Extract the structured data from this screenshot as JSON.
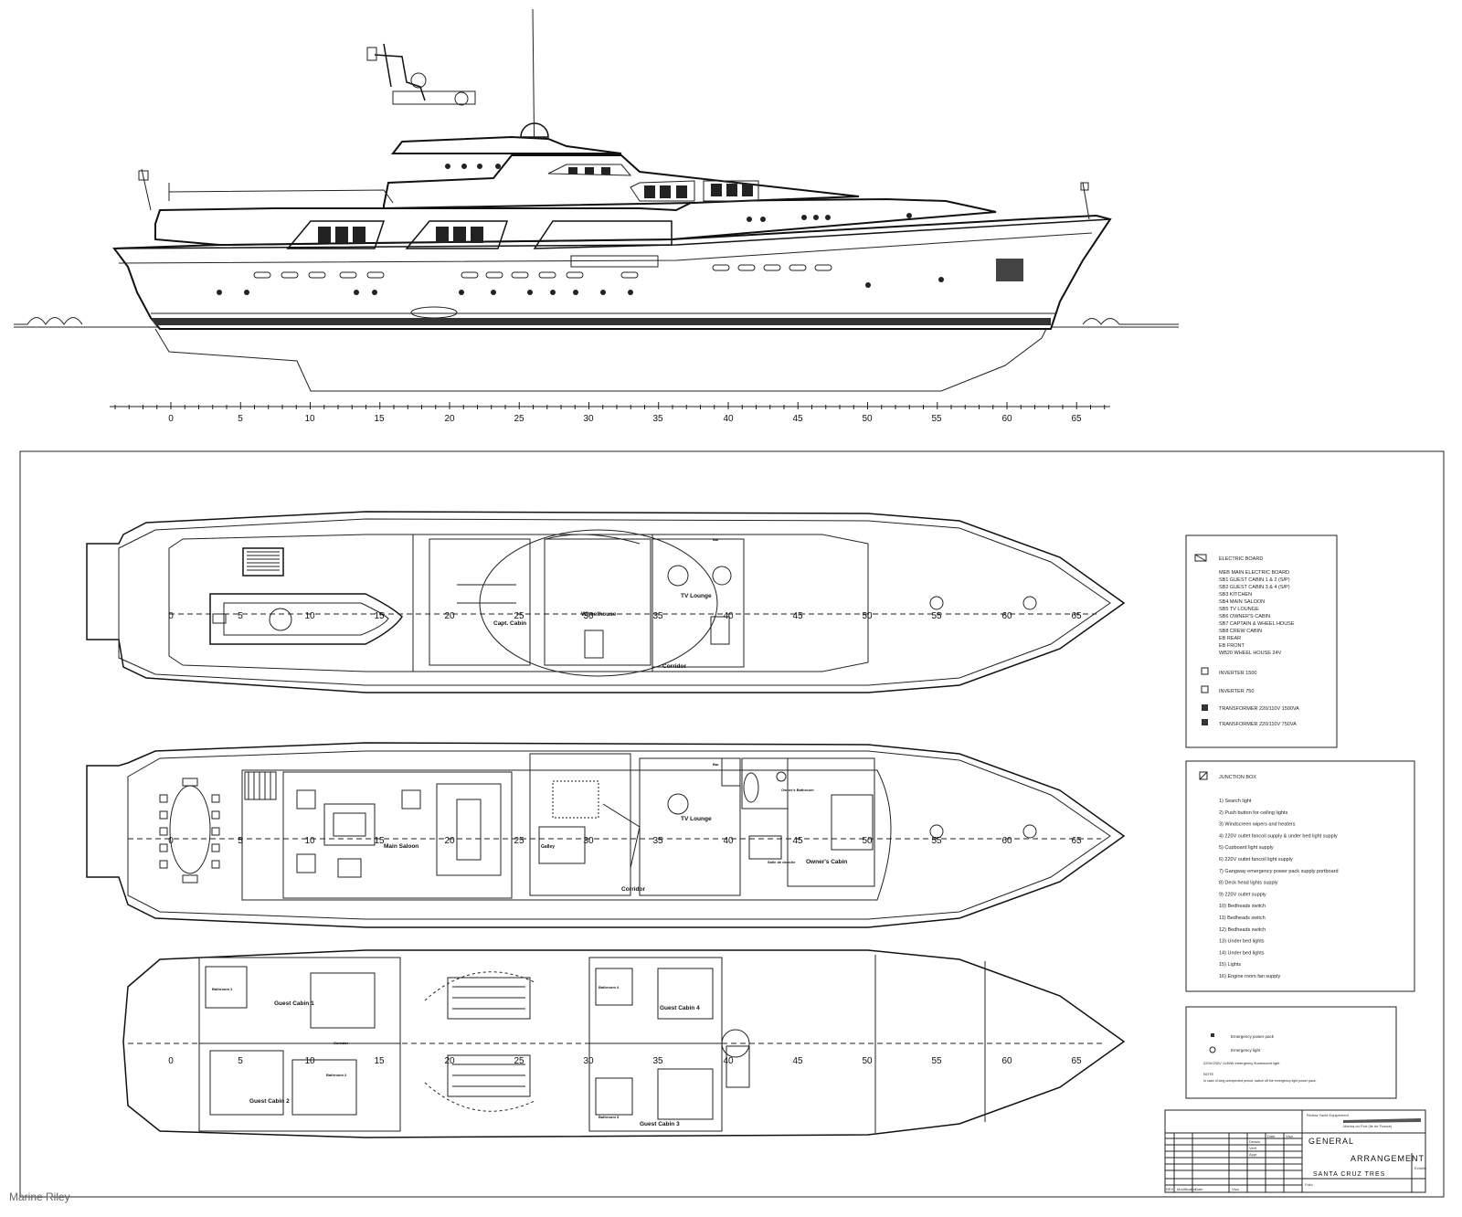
{
  "scale_numbers": [
    "0",
    "5",
    "10",
    "15",
    "20",
    "25",
    "30",
    "35",
    "40",
    "45",
    "50",
    "55",
    "60",
    "65"
  ],
  "rooms": {
    "upper": {
      "wheelhouse": "Wheelhouse",
      "capt_cabin": "Capt. Cabin",
      "tv_lounge": "TV Lounge",
      "corridor": "Corridor",
      "bar": "Bar"
    },
    "main": {
      "main_saloon": "Main Saloon",
      "tv_lounge": "TV Lounge",
      "corridor": "Corridor",
      "owners_cabin": "Owner's Cabin",
      "galley": "Galley",
      "owners_bathroom": "Owner's Bathroom",
      "salle_de_douche": "Salle de douche",
      "bar": "Bar"
    },
    "lower": {
      "guest_cabin_1": "Guest Cabin 1",
      "guest_cabin_2": "Guest Cabin 2",
      "guest_cabin_3": "Guest Cabin 3",
      "guest_cabin_4": "Guest Cabin 4",
      "corridor": "Corridor",
      "bathroom_1": "Bathroom 1",
      "bathroom_2": "Bathroom 2",
      "bathroom_3": "Bathroom 3",
      "bathroom_4": "Bathroom 4"
    }
  },
  "legend_electric": {
    "title": "ELECTRIC BOARD",
    "items": [
      "MEB MAIN ELECTRIC BOARD",
      "SB1 GUEST CABIN 1 & 2 (S/P)",
      "SB2 GUEST CABIN 3 & 4 (S/P)",
      "SB3 KITCHEN",
      "SB4 MAIN SALOON",
      "SB5 TV LOUNGE",
      "SB6 OWNER'S CABIN",
      "SB7 CAPTAIN & WHEEL HOUSE",
      "SB8 CREW CABIN",
      "EB REAR",
      "EB FRONT",
      "WB20 WHEEL HOUSE 24V"
    ],
    "devices": [
      "INVERTER 1500",
      "INVERTER 750",
      "TRANSFORMER 220/110V 1500VA",
      "TRANSFORMER 220/110V 750VA"
    ]
  },
  "legend_junction": {
    "title": "JUNCTION BOX",
    "items": [
      "1) Search light",
      "2) Push button for ceiling lights",
      "3) Windscreen wipers and heaters",
      "4) 220V outlet fancoil supply & under bed light supply",
      "5) Cupboard light supply",
      "6) 220V outlet fancoil light supply",
      "7) Gangway emergency power pack supply portboard",
      "8) Deck head lights supply",
      "9) 220V outlet supply",
      "10) Bedheads switch",
      "11) Bedheads switch",
      "12) Bedheads switch",
      "13) Under bed lights",
      "14) Under bed lights",
      "15) Lights",
      "16) Engine room fan supply"
    ]
  },
  "legend_emergency": {
    "items": [
      "Emergency power pack",
      "Emergency light"
    ],
    "tube": "220V/230V 1x36W emergency fluorescent light",
    "note_title": "NOTE",
    "note": "In case of long unexpected period, switch off the emergency light power pack."
  },
  "title_block": {
    "company": "Riviera Yacht Equipement",
    "company_small": "Marina du Port (Ile de France)",
    "line1": "GENERAL",
    "line2": "ARRANGEMENT",
    "project": "SANTA CRUZ TRES",
    "headers": [
      "REV",
      "Modification",
      "Date",
      "Visa"
    ],
    "cells": [
      "Date",
      "Visa",
      "Dessin",
      "Verif",
      "Appr",
      "Echelle",
      "Folio"
    ]
  },
  "watermark": "Marine Riley"
}
